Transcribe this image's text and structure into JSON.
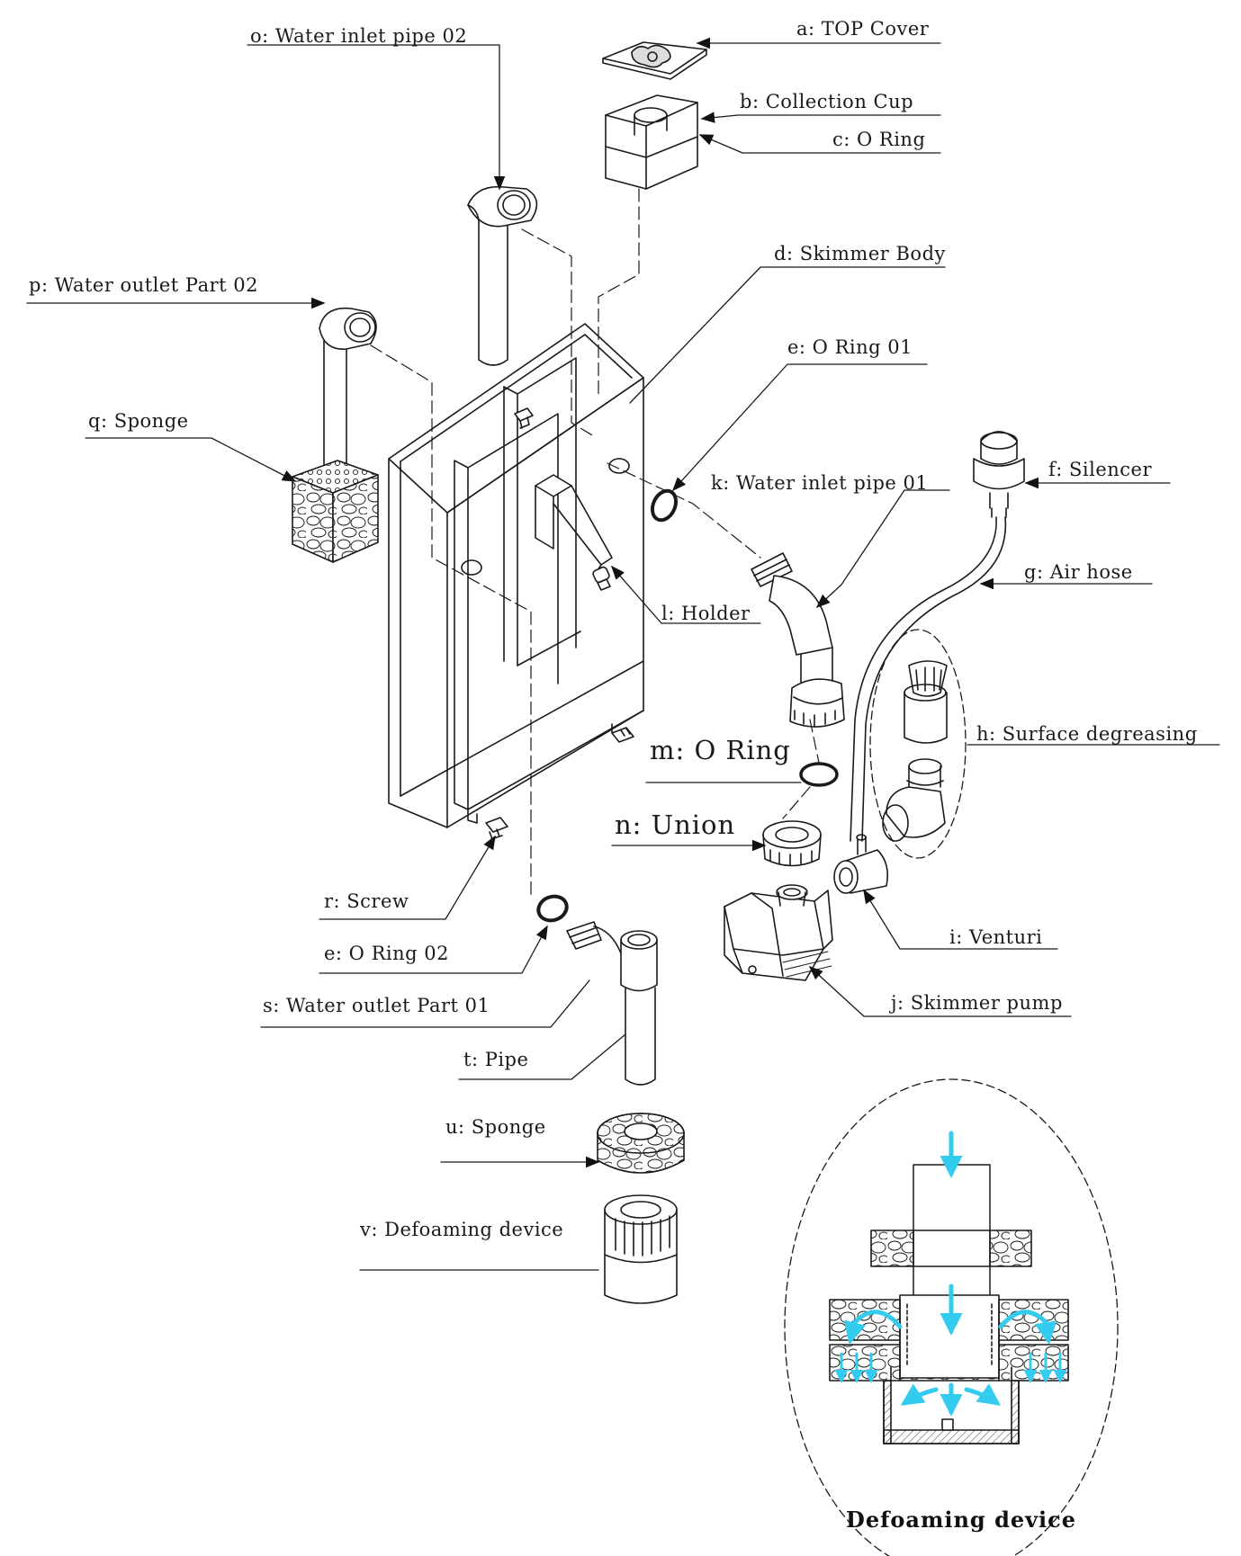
{
  "labels": {
    "a": "a: TOP Cover",
    "b": "b: Collection Cup",
    "c": "c: O Ring",
    "d": "d: Skimmer Body",
    "e1": "e: O Ring 01",
    "f": "f: Silencer",
    "g": "g: Air hose",
    "h": "h: Surface degreasing",
    "i": "i: Venturi",
    "j": "j: Skimmer pump",
    "k": "k: Water inlet pipe 01",
    "l": "l: Holder",
    "m": "m: O Ring",
    "n": "n: Union",
    "o": "o: Water inlet pipe 02",
    "p": "p: Water outlet Part 02",
    "q": "q: Sponge",
    "r": "r: Screw",
    "e2": "e: O Ring 02",
    "s": "s: Water outlet Part 01",
    "t": "t: Pipe",
    "u": "u: Sponge",
    "v": "v: Defoaming device"
  },
  "inset": {
    "title": "Defoaming device"
  },
  "colors": {
    "line": "#1a1a1a",
    "flow_arrow": "#33ccee",
    "background": "#ffffff"
  }
}
